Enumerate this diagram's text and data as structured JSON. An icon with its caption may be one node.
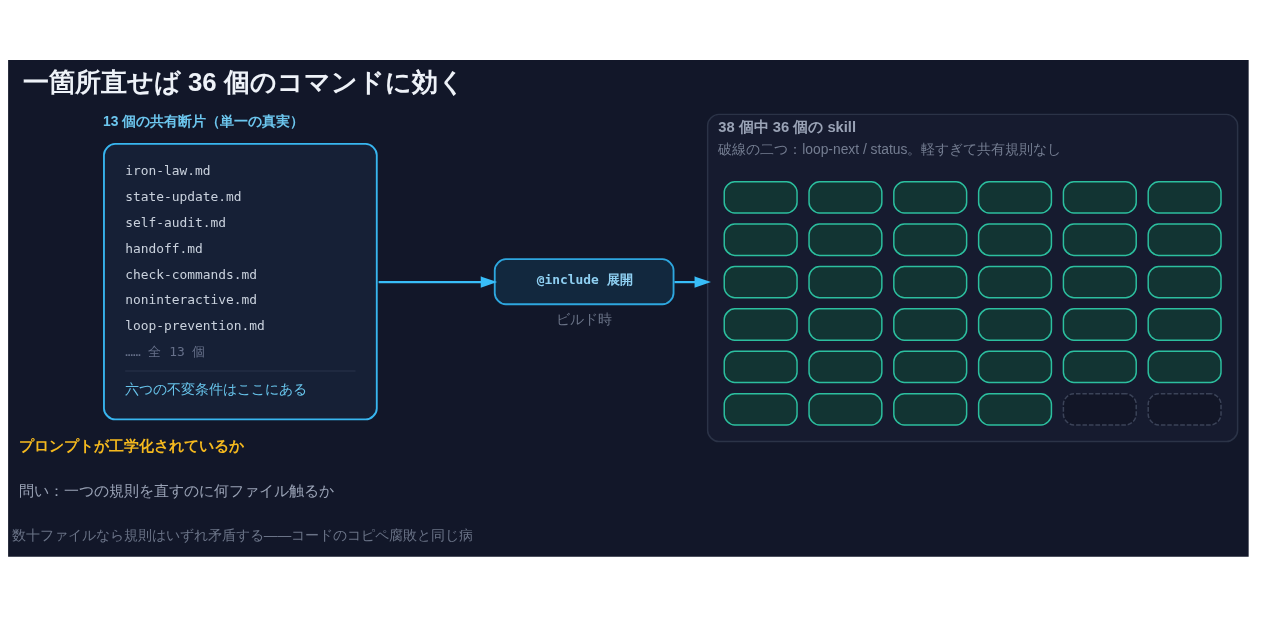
{
  "diagram": {
    "title": "一箇所直せば 36 個のコマンドに効く",
    "nodes": [
      {
        "text": [
          "13 個の共有断片（単一の真実）",
          "iron-law.md",
          "state-update.md",
          "self-audit.md",
          "handoff.md",
          "check-commands.md",
          "noninteractive.md",
          "loop-prevention.md",
          "…… 全 13 個",
          "六つの不変条件はここにある"
        ]
      },
      {
        "text": [
          "@include 展開"
        ],
        "beside": [
          "ビルド時"
        ]
      },
      {
        "text": [
          "38 個中 36 個の skill",
          "破線の二つ：loop-next / status。軽すぎて共有規則なし"
        ]
      },
      {
        "text": [],
        "shape": "box",
        "in": 2
      },
      {
        "text": [],
        "shape": "box",
        "in": 2
      },
      {
        "text": [],
        "shape": "box",
        "in": 2
      },
      {
        "text": [],
        "shape": "box",
        "in": 2
      },
      {
        "text": [],
        "shape": "box",
        "in": 2
      },
      {
        "text": [],
        "shape": "box",
        "in": 2
      },
      {
        "text": [],
        "shape": "box",
        "in": 2
      },
      {
        "text": [],
        "shape": "box",
        "in": 2
      },
      {
        "text": [],
        "shape": "box",
        "in": 2
      },
      {
        "text": [],
        "shape": "box",
        "in": 2
      },
      {
        "text": [],
        "shape": "box",
        "in": 2
      },
      {
        "text": [],
        "shape": "box",
        "in": 2
      },
      {
        "text": [],
        "shape": "box",
        "in": 2
      },
      {
        "text": [],
        "shape": "box",
        "in": 2
      },
      {
        "text": [],
        "shape": "box",
        "in": 2
      },
      {
        "text": [],
        "shape": "box",
        "in": 2
      },
      {
        "text": [],
        "shape": "box",
        "in": 2
      },
      {
        "text": [],
        "shape": "box",
        "in": 2
      },
      {
        "text": [],
        "shape": "box",
        "in": 2
      },
      {
        "text": [],
        "shape": "box",
        "in": 2
      },
      {
        "text": [],
        "shape": "box",
        "in": 2
      },
      {
        "text": [],
        "shape": "box",
        "in": 2
      },
      {
        "text": [],
        "shape": "box",
        "in": 2
      },
      {
        "text": [],
        "shape": "box",
        "in": 2
      },
      {
        "text": [],
        "shape": "box",
        "in": 2
      },
      {
        "text": [],
        "shape": "box",
        "in": 2
      },
      {
        "text": [],
        "shape": "box",
        "in": 2
      },
      {
        "text": [],
        "shape": "box",
        "in": 2
      },
      {
        "text": [],
        "shape": "box",
        "in": 2
      },
      {
        "text": [],
        "shape": "box",
        "in": 2
      },
      {
        "text": [],
        "shape": "box",
        "in": 2
      },
      {
        "text": [],
        "shape": "box",
        "in": 2
      },
      {
        "text": [],
        "shape": "box",
        "in": 2
      },
      {
        "text": [],
        "shape": "box",
        "in": 2
      },
      {
        "text": [],
        "shape": "box",
        "in": 2
      },
      {
        "text": [],
        "shape": "box",
        "in": 2
      }
    ],
    "edges": [
      {
        "from": 0,
        "to": 1,
        "arrow": "to"
      },
      {
        "from": 1,
        "to": 2,
        "arrow": "to"
      }
    ],
    "labels": [
      "プロンプトが工学化されているか",
      "問い：一つの規則を直すのに何ファイル触るか",
      "数十ファイルなら規則はいずれ矛盾する——コードのコピペ腐敗と同じ病"
    ]
  }
}
